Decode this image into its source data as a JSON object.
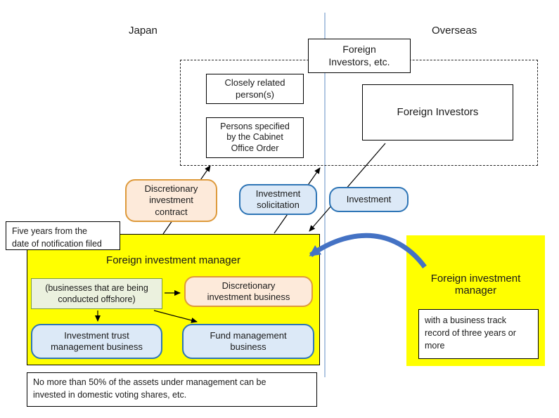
{
  "regions": {
    "japan": "Japan",
    "overseas": "Overseas"
  },
  "investors": {
    "foreign_investors_etc": "Foreign Investors, etc.",
    "closely_related": "Closely related person(s)",
    "persons_specified": "Persons specified by the Cabinet Office Order",
    "foreign_investors": "Foreign Investors"
  },
  "flows": {
    "discretionary_contract": "Discretionary investment contract",
    "investment_solicitation": "Investment solicitation",
    "investment": "Investment"
  },
  "notes": {
    "five_years_lines": [
      "Five years from the",
      "date of notification filed"
    ],
    "assets_limit_lines": [
      "No more than 50% of the assets under management can be",
      "invested in domestic voting shares, etc."
    ]
  },
  "manager_japan": {
    "title": "Foreign investment manager",
    "offshore_note": "(businesses that are being conducted offshore)",
    "discretionary_business": "Discretionary investment business",
    "investment_trust_business": "Investment trust management business",
    "fund_business": "Fund management business"
  },
  "manager_overseas": {
    "title": "Foreign investment manager",
    "track_record": "with a business track record of three years or more"
  },
  "colors": {
    "yellow": "#FFFF00",
    "orange_fill": "#FDEADA",
    "orange_border": "#DE9A3C",
    "blue_fill": "#DCE9F7",
    "blue_border": "#2E75B6",
    "green_fill": "#EBF1DE",
    "green_border": "#7A9A3F",
    "divider": "#95B3D7",
    "curve_arrow": "#4472C4"
  }
}
